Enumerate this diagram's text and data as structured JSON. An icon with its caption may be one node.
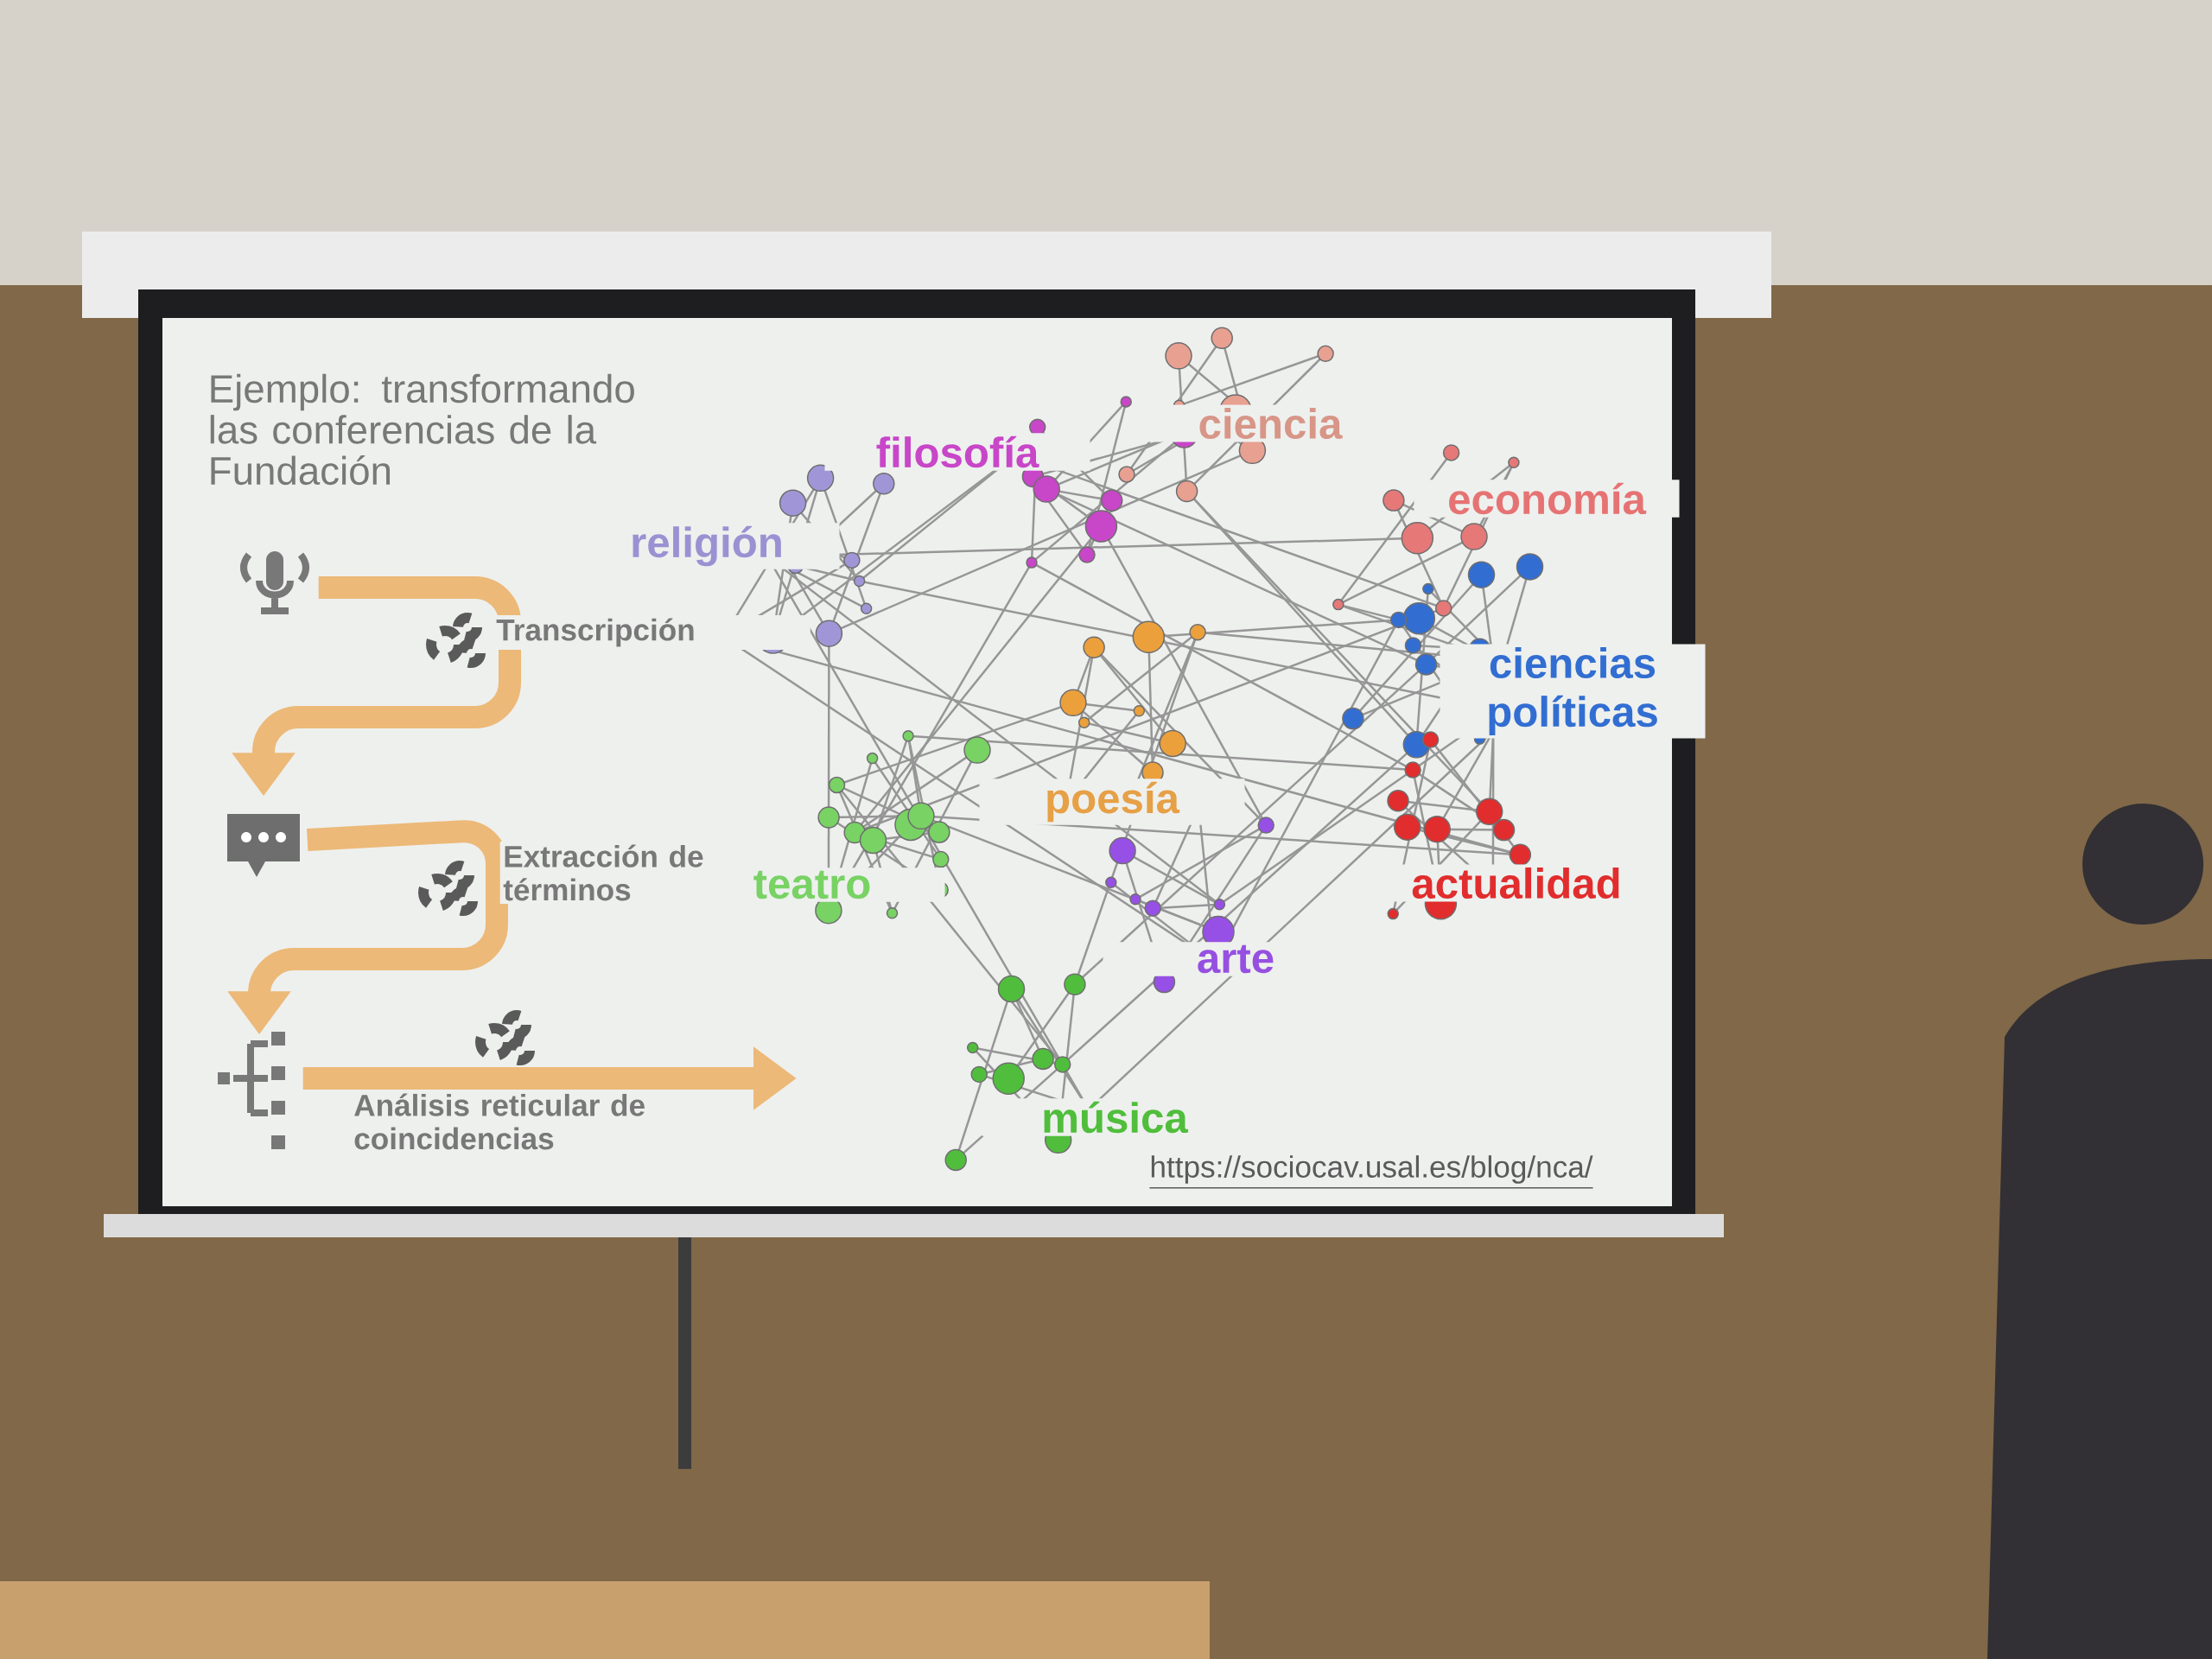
{
  "diagram": {
    "title": "Ejemplo: transformando las conferencias de la Fundación",
    "nodes": [
      {
        "text": [],
        "shape": "picture"
      },
      {
        "text": [],
        "shape": "picture"
      },
      {
        "text": [],
        "shape": "picture"
      }
    ],
    "edges": [
      {
        "from": 0,
        "to": 1,
        "arrow": "to",
        "label": "Transcripción"
      },
      {
        "from": 1,
        "to": 2,
        "arrow": "to",
        "label": "Extracción de términos"
      },
      {
        "from": 2,
        "to": null,
        "arrow": "to",
        "label": "Análisis reticular de coincidencias"
      }
    ],
    "labels": [
      "ciencia",
      "filosofía",
      "economía",
      "religión",
      "ciencias políticas",
      "poesía",
      "teatro",
      "actualidad",
      "arte",
      "música",
      "https://sociocav.usal.es/blog/nca/"
    ]
  }
}
